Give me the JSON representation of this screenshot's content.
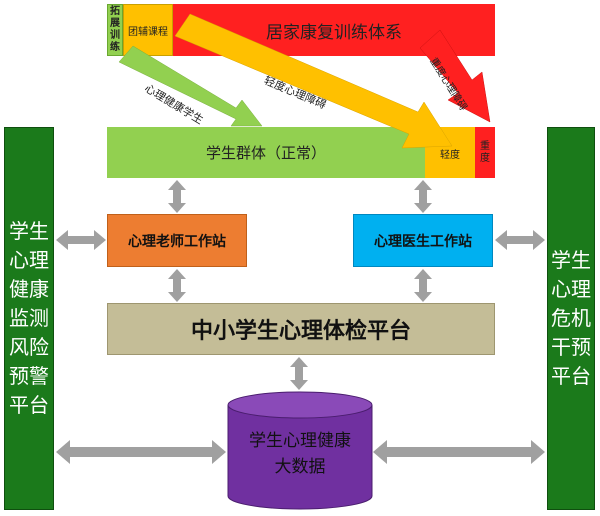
{
  "top": {
    "rehab_system": "居家康复训练体系",
    "expand_training": "拓展训练",
    "group_course": "团辅课程"
  },
  "arrows": {
    "psych_health": "心理健康学生",
    "mild_disorder": "轻度心理障碍",
    "severe_disorder": "重度心理障碍"
  },
  "group": {
    "label": "学生群体（正常）",
    "mild": "轻度",
    "severe": "重度"
  },
  "stations": {
    "teacher": "心理老师工作站",
    "doctor": "心理医生工作站"
  },
  "platform": "中小学生心理体检平台",
  "bigdata": {
    "line1": "学生心理健康",
    "line2": "大数据"
  },
  "left_platform": "学生心理健康监测风险预警平台",
  "right_platform": "学生心理危机干预平台",
  "colors": {
    "dark_green": "#1b7a1b",
    "light_green": "#92d050",
    "red": "#ff2020",
    "orange": "#ed7d31",
    "yellow": "#ffc000",
    "blue": "#00b0f0",
    "olive": "#c4bd97",
    "purple": "#7030a0",
    "gray_arrow": "#a0a0a0"
  }
}
